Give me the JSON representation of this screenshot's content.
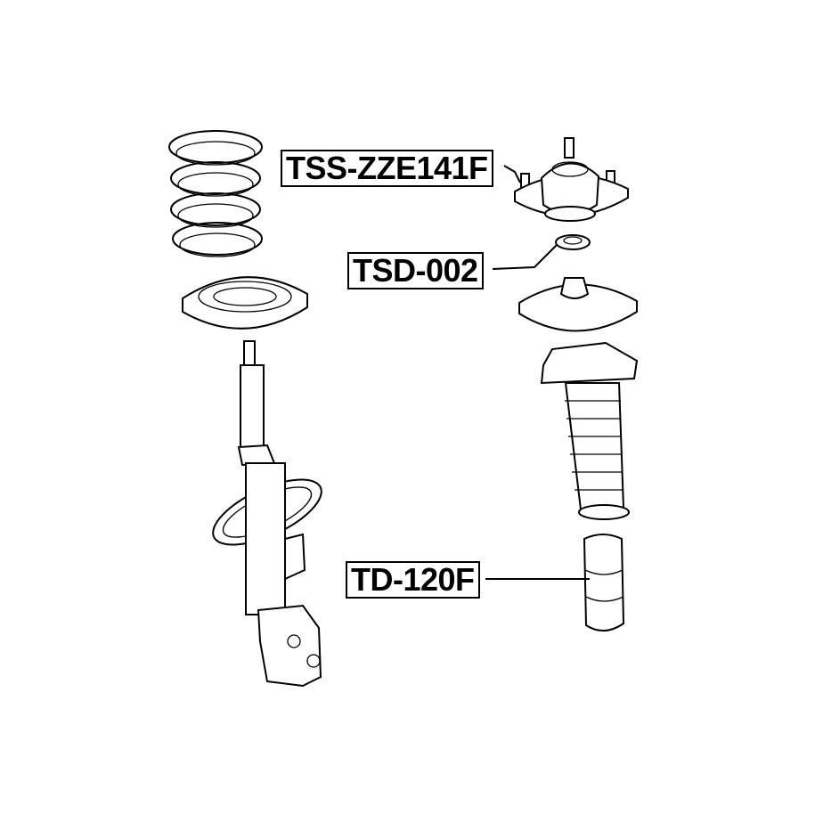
{
  "diagram": {
    "labels": {
      "top_mount": "TSS-ZZE141F",
      "bearing": "TSD-002",
      "bump_stop": "TD-120F"
    },
    "colors": {
      "line": "#000000",
      "background": "#ffffff"
    }
  }
}
